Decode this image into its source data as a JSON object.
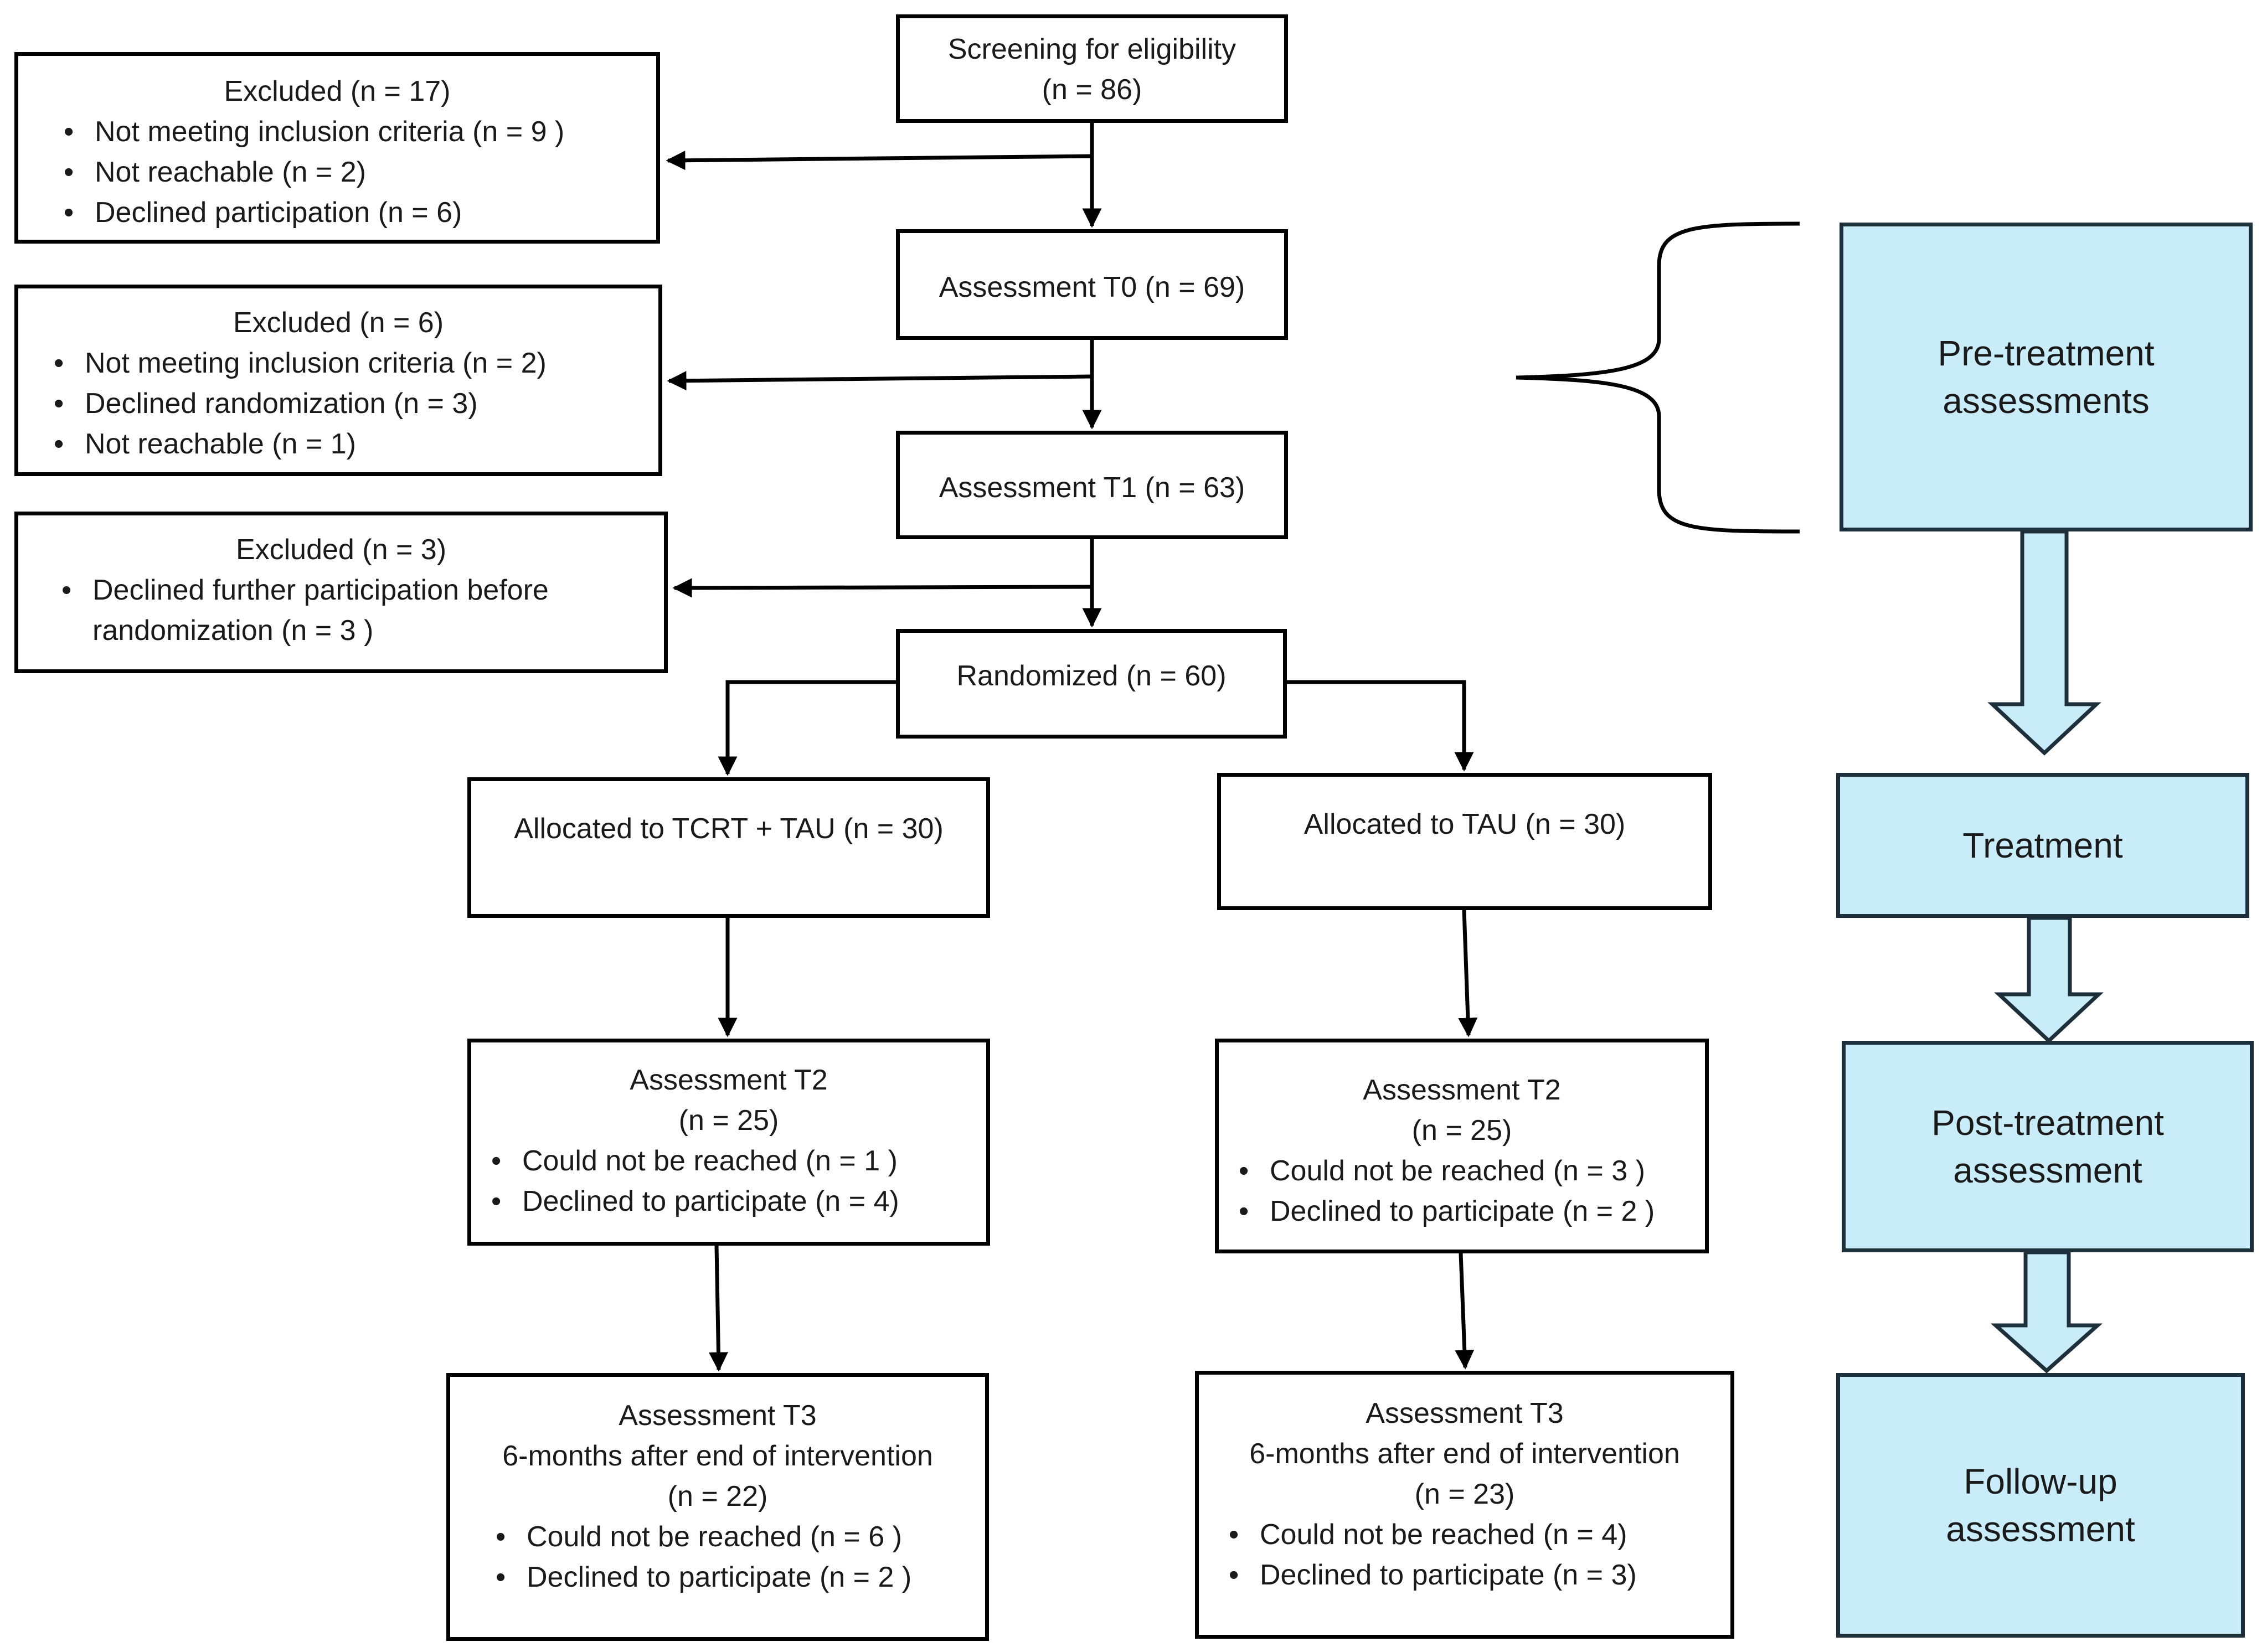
{
  "flow": {
    "screening": {
      "title": "Screening for eligibility",
      "count": "(n = 86)"
    },
    "excluded1": {
      "title": "Excluded (n = 17)",
      "items": [
        "Not meeting inclusion criteria (n = 9 )",
        "Not reachable (n = 2)",
        "Declined participation (n = 6)"
      ]
    },
    "assessment_t0": {
      "title": "Assessment T0 (n = 69)"
    },
    "excluded2": {
      "title": "Excluded (n = 6)",
      "items": [
        "Not meeting inclusion criteria (n = 2)",
        "Declined randomization (n = 3)",
        "Not reachable (n = 1)"
      ]
    },
    "assessment_t1": {
      "title": "Assessment T1 (n = 63)"
    },
    "excluded3": {
      "title": "Excluded (n = 3)",
      "items": [
        "Declined further participation before",
        "randomization (n = 3 )"
      ]
    },
    "randomized": {
      "title": "Randomized (n = 60)"
    },
    "alloc_tcrt": {
      "title": "Allocated to TCRT + TAU  (n = 30)"
    },
    "alloc_tau": {
      "title": "Allocated to TAU  (n = 30)"
    },
    "t2_tcrt": {
      "title": "Assessment T2",
      "count": "(n = 25)",
      "items": [
        "Could not be reached (n = 1 )",
        "Declined to participate (n = 4)"
      ]
    },
    "t2_tau": {
      "title": "Assessment T2",
      "count": "(n = 25)",
      "items": [
        "Could not be reached (n = 3 )",
        "Declined to participate (n = 2 )"
      ]
    },
    "t3_tcrt": {
      "title": "Assessment T3",
      "subtitle": "6-months after end of intervention",
      "count": "(n = 22)",
      "items": [
        "Could not be reached (n = 6 )",
        "Declined to participate (n = 2 )"
      ]
    },
    "t3_tau": {
      "title": "Assessment T3",
      "subtitle": "6-months after end of intervention",
      "count": "(n = 23)",
      "items": [
        "Could not be reached (n = 4)",
        "Declined to participate (n = 3)"
      ]
    }
  },
  "stages": {
    "pre_treatment": [
      "Pre-treatment",
      "assessments"
    ],
    "treatment": "Treatment",
    "post_treatment": [
      "Post-treatment",
      "assessment"
    ],
    "follow_up": [
      "Follow-up",
      "assessment"
    ]
  },
  "colors": {
    "stage_fill": "#c9ecf9",
    "stage_border": "#1e2f3c",
    "line": "#000000"
  }
}
